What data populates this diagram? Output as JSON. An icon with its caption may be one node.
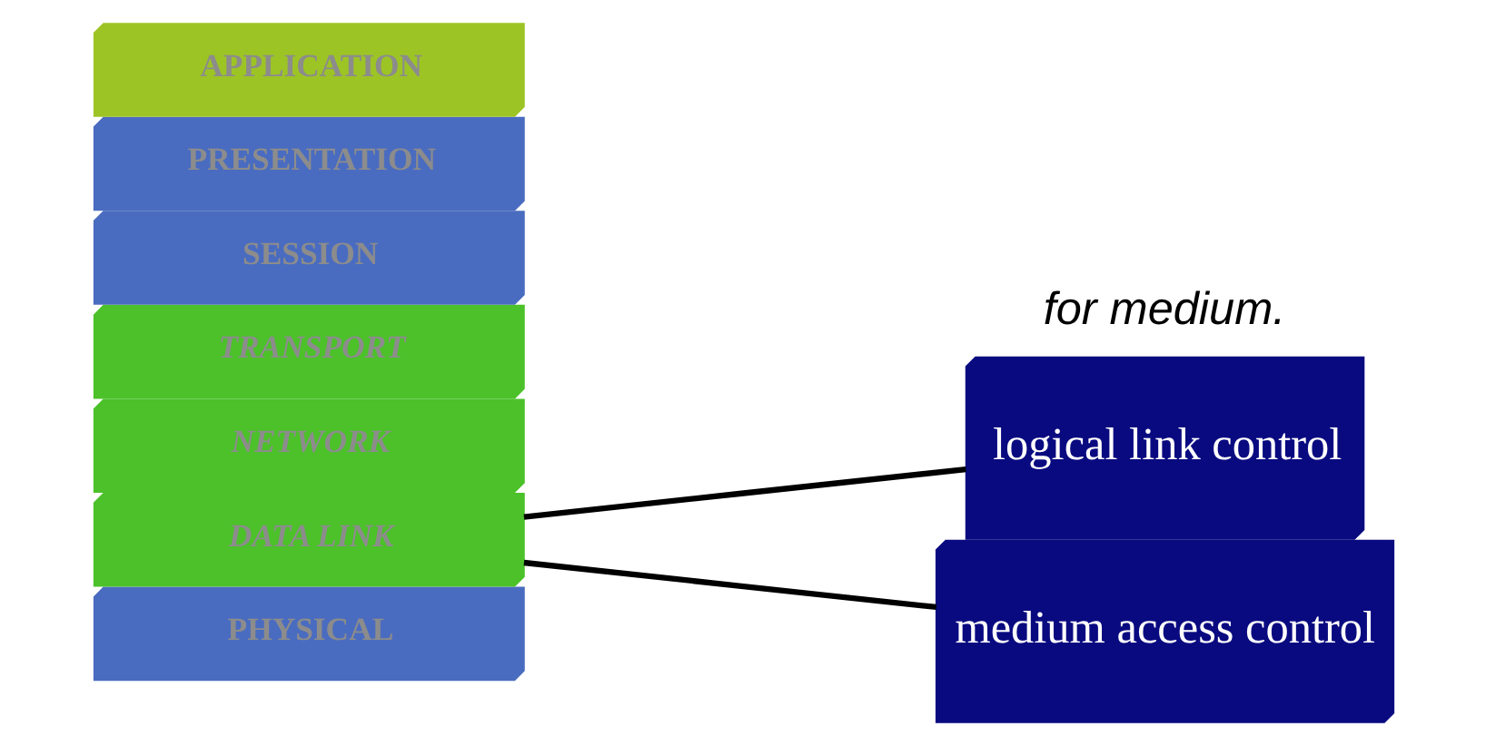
{
  "diagram": {
    "nodes": [
      {
        "text": [
          "APPLICATION"
        ]
      },
      {
        "text": [
          "PRESENTATION"
        ]
      },
      {
        "text": [
          "SESSION"
        ]
      },
      {
        "text": [
          "TRANSPORT"
        ]
      },
      {
        "text": [
          "NETWORK"
        ]
      },
      {
        "text": [
          "DATA LINK"
        ]
      },
      {
        "text": [
          "PHYSICAL"
        ]
      },
      {
        "text": [
          "logical link control"
        ]
      },
      {
        "text": [
          "medium access control"
        ]
      }
    ],
    "edges": [
      {
        "from": 5,
        "to": 7,
        "arrow": "none"
      },
      {
        "from": 5,
        "to": 8,
        "arrow": "none"
      }
    ],
    "labels": [
      "for medium."
    ]
  }
}
